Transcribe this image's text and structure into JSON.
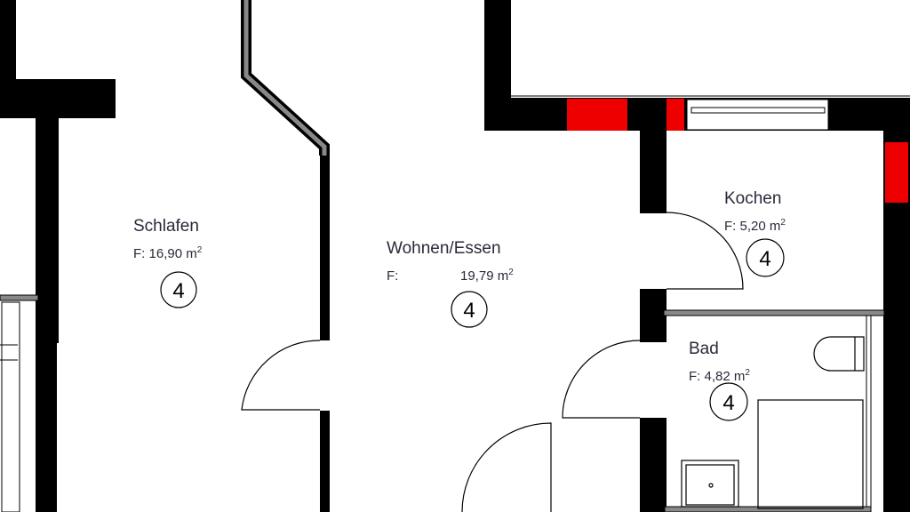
{
  "rooms": [
    {
      "name": "Schlafen",
      "area_prefix": "F:",
      "area": "16,90",
      "unit": "m",
      "unit_sup": "2",
      "marker": "4"
    },
    {
      "name": "Wohnen/Essen",
      "area_prefix": "F:",
      "area": "19,79",
      "unit": "m",
      "unit_sup": "2",
      "marker": "4"
    },
    {
      "name": "Kochen",
      "area_prefix": "F:",
      "area": "5,20",
      "unit": "m",
      "unit_sup": "2",
      "marker": "4"
    },
    {
      "name": "Bad",
      "area_prefix": "F:",
      "area": "4,82",
      "unit": "m",
      "unit_sup": "2",
      "marker": "4"
    }
  ],
  "colors": {
    "wall": "#000000",
    "highlight": "#ee0000",
    "partition": "#777777"
  }
}
